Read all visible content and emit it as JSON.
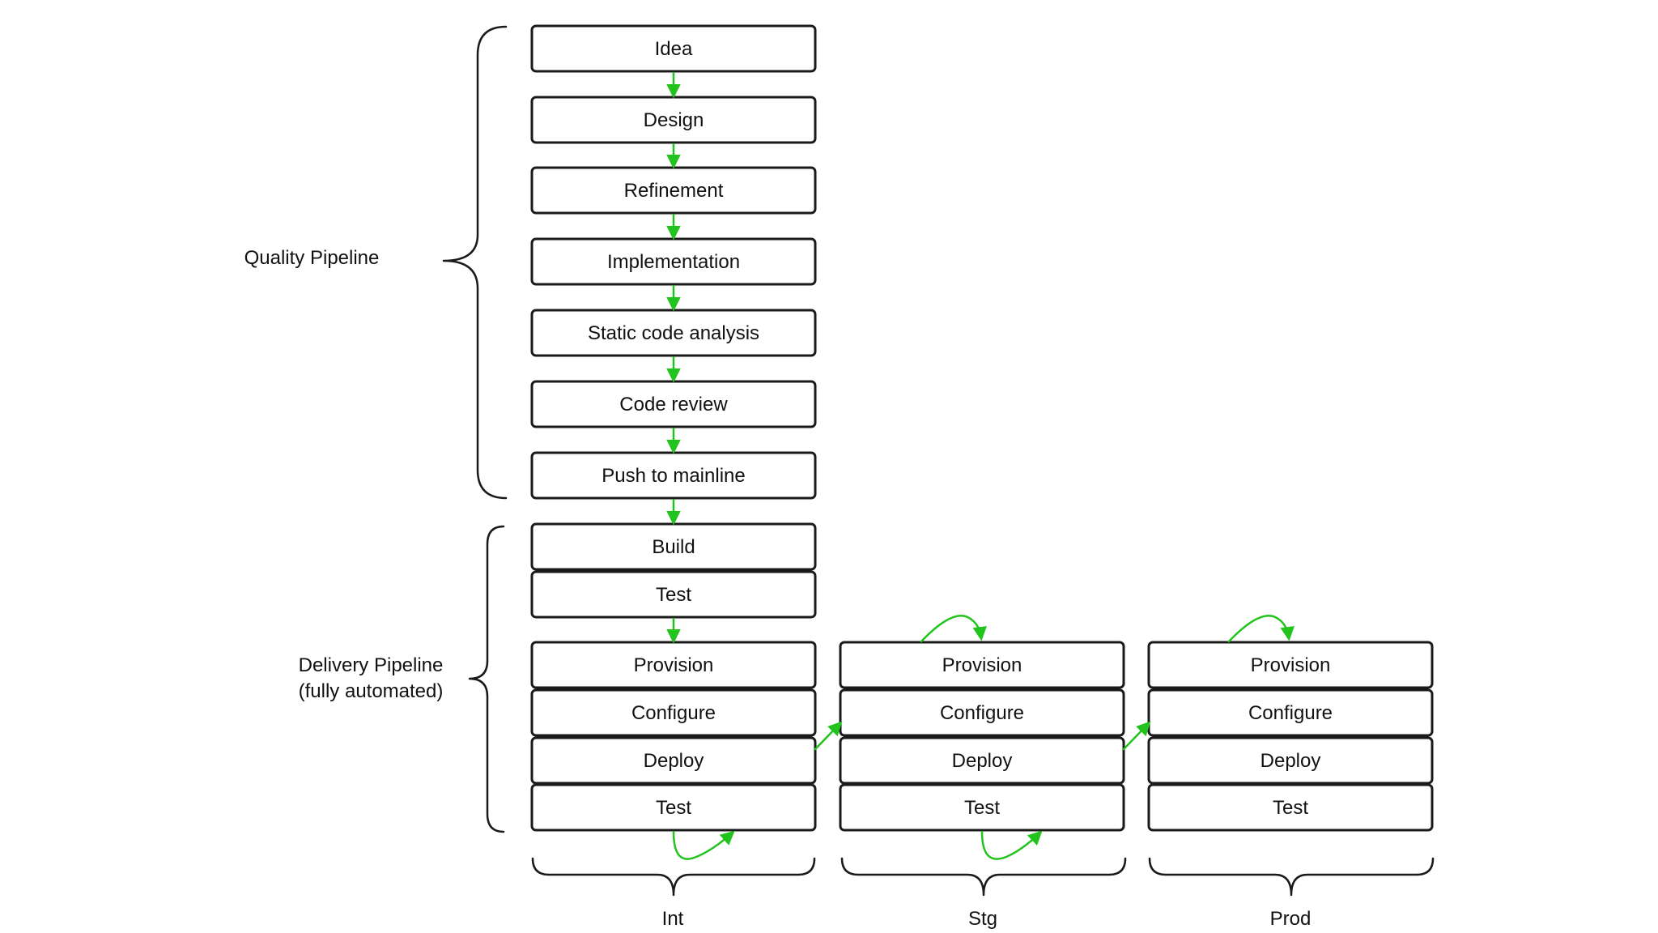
{
  "colors": {
    "arrow": "#22c31c",
    "box_border": "#1a1a1a",
    "text": "#111111"
  },
  "labels": {
    "quality_pipeline": "Quality Pipeline",
    "delivery_pipeline_line1": "Delivery Pipeline",
    "delivery_pipeline_line2": "(fully automated)"
  },
  "quality_steps": [
    "Idea",
    "Design",
    "Refinement",
    "Implementation",
    "Static code analysis",
    "Code review",
    "Push to mainline"
  ],
  "build_steps": [
    "Build",
    "Test"
  ],
  "environments": [
    {
      "name": "Int",
      "steps": [
        "Provision",
        "Configure",
        "Deploy",
        "Test"
      ]
    },
    {
      "name": "Stg",
      "steps": [
        "Provision",
        "Configure",
        "Deploy",
        "Test"
      ]
    },
    {
      "name": "Prod",
      "steps": [
        "Provision",
        "Configure",
        "Deploy",
        "Test"
      ]
    }
  ]
}
